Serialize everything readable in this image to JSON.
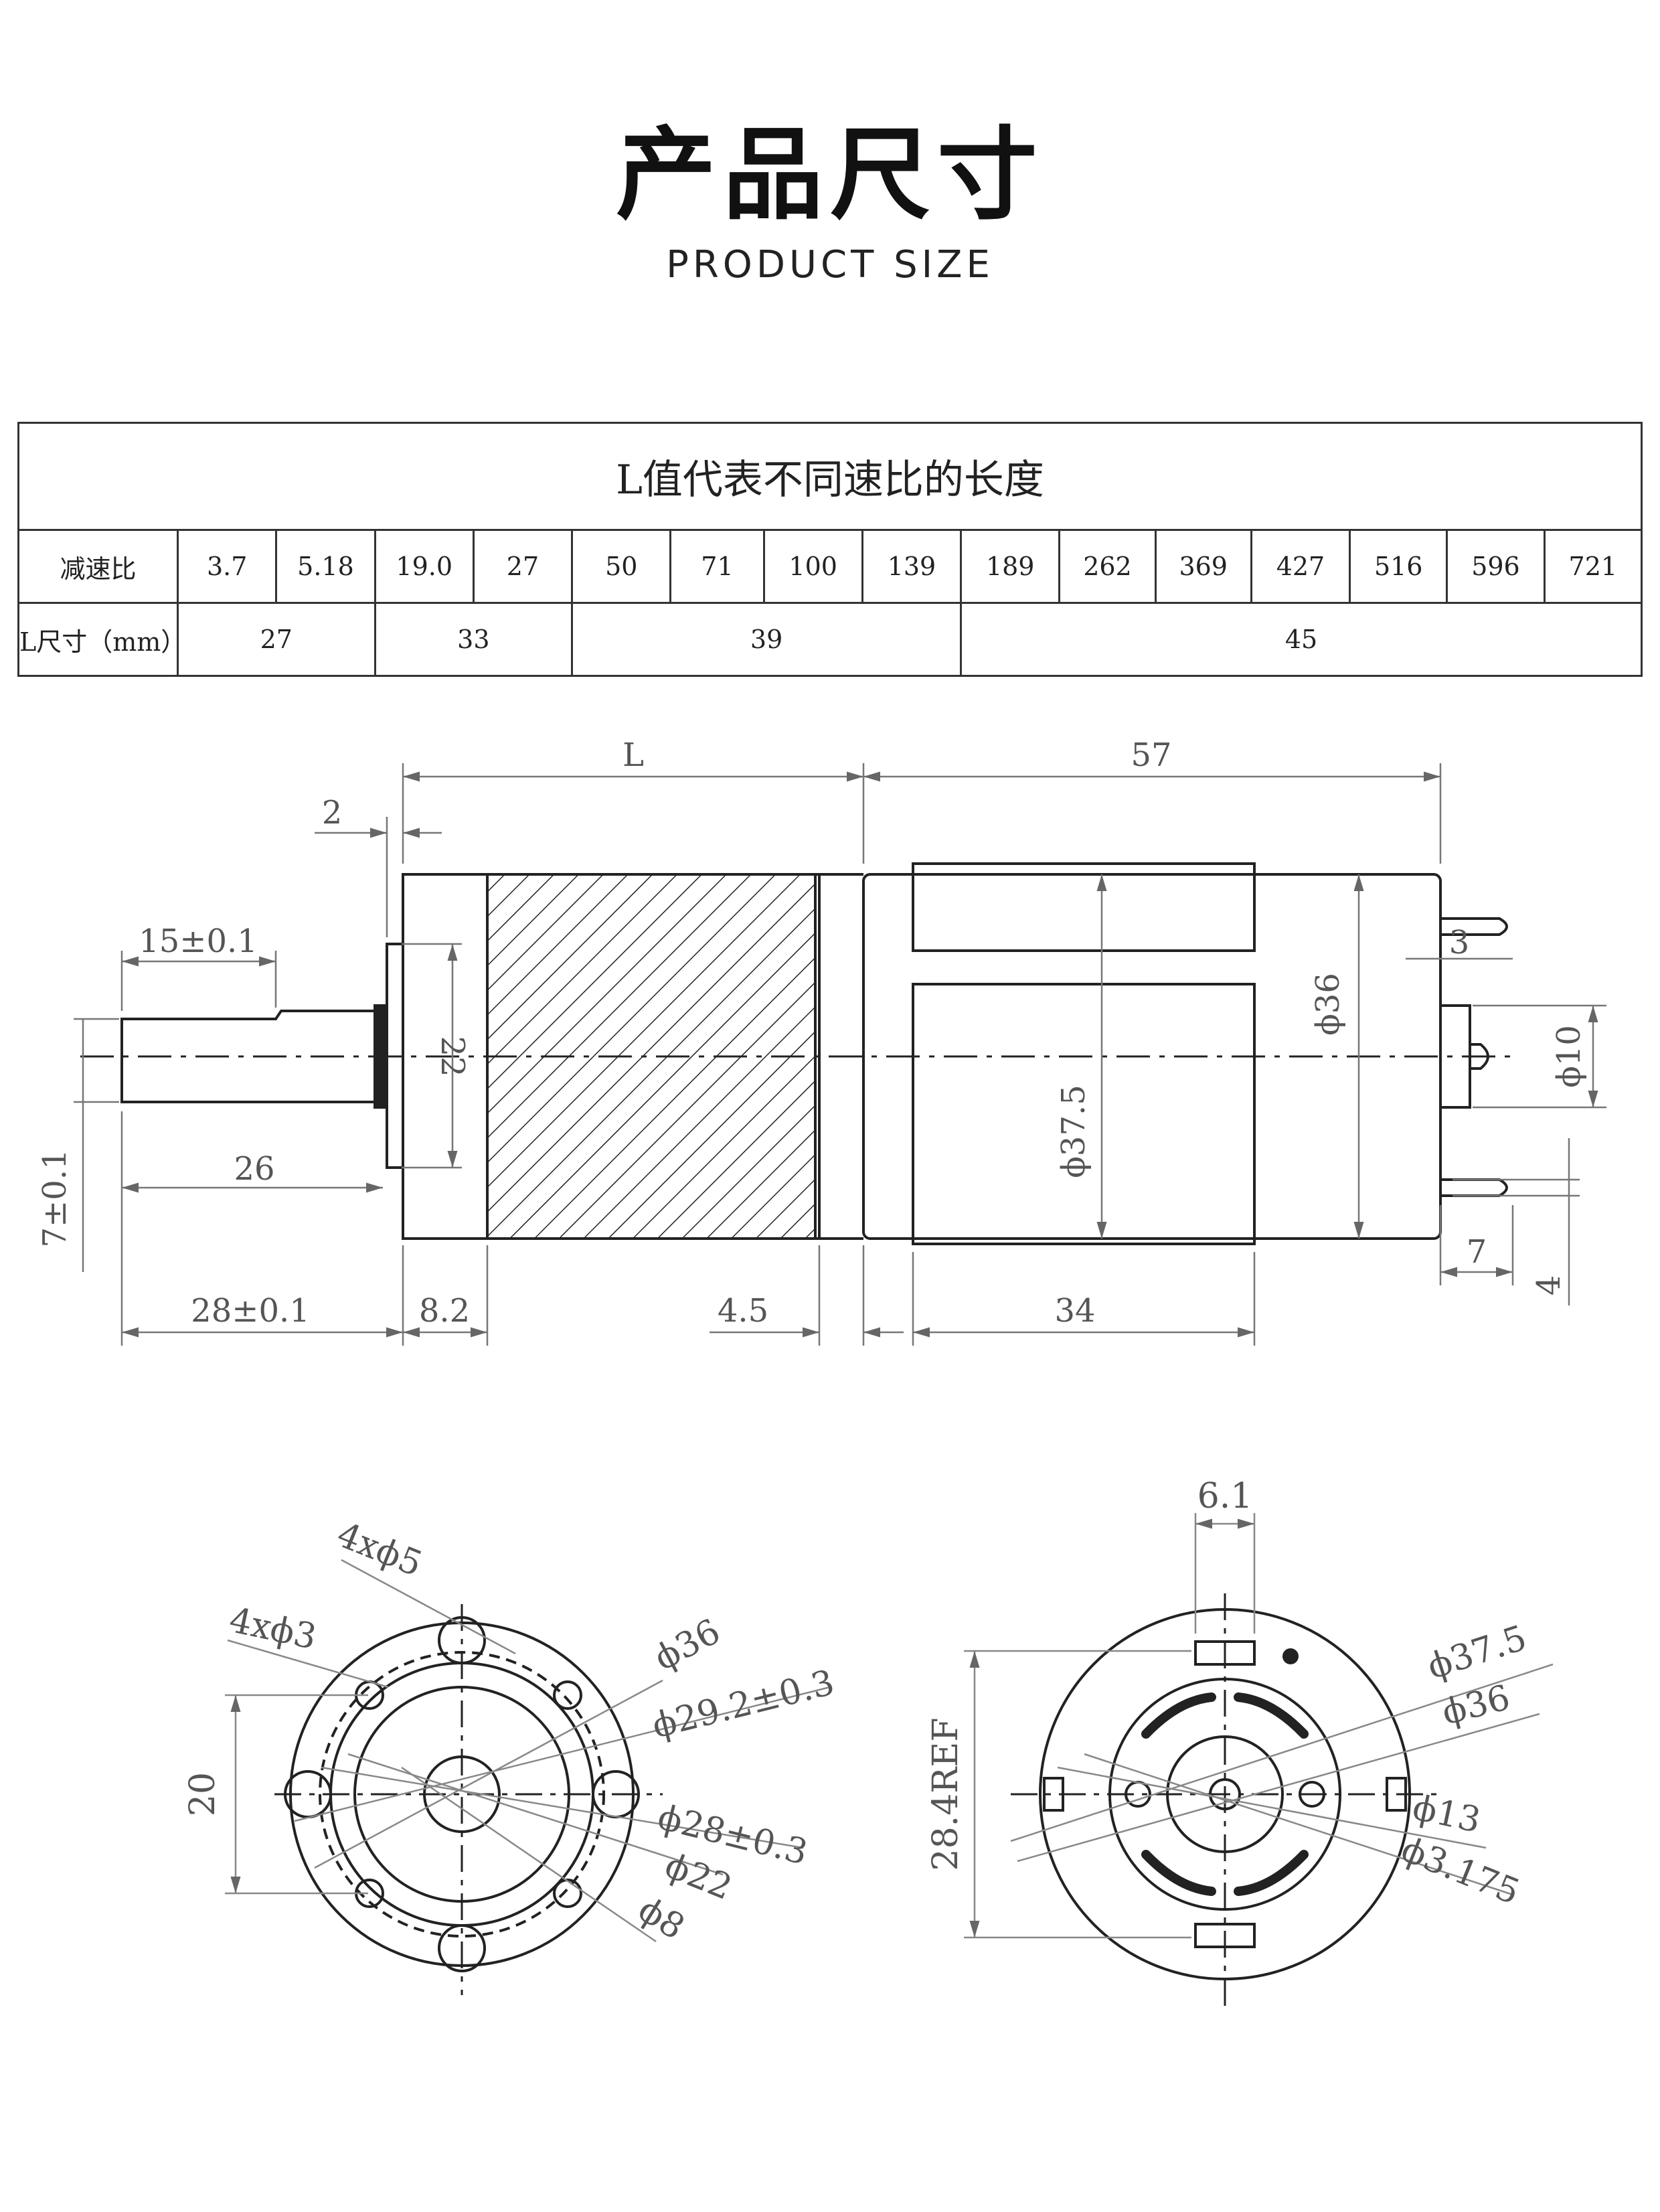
{
  "title": {
    "cn": "产品尺寸",
    "en": "PRODUCT SIZE"
  },
  "table": {
    "caption": "L值代表不同速比的长度",
    "ratio_label": "减速比",
    "ratios": [
      "3.7",
      "5.18",
      "19.0",
      "27",
      "50",
      "71",
      "100",
      "139",
      "189",
      "262",
      "369",
      "427",
      "516",
      "596",
      "721"
    ],
    "length_label": "L尺寸（mm）",
    "lengths": [
      {
        "value": "27",
        "span": 2
      },
      {
        "value": "33",
        "span": 2
      },
      {
        "value": "39",
        "span": 4
      },
      {
        "value": "45",
        "span": 7
      }
    ]
  },
  "side_view": {
    "dim_L": "L",
    "dim_57": "57",
    "dim_2": "2",
    "dim_15": "15±0.1",
    "dim_22": "22",
    "dim_26": "26",
    "dim_7": "7±0.1",
    "dim_28": "28±0.1",
    "dim_8_2": "8.2",
    "dim_4_5": "4.5",
    "dim_34": "34",
    "dim_37_5": "ϕ37.5",
    "dim_36": "ϕ36",
    "dim_10": "ϕ10",
    "dim_3": "3",
    "dim_7b": "7",
    "dim_4": "4"
  },
  "front_view": {
    "holes_5": "4xϕ5",
    "holes_3": "4xϕ3",
    "d36": "ϕ36",
    "d29": "ϕ29.2±0.3",
    "d28": "ϕ28±0.3",
    "d22": "ϕ22",
    "d8": "ϕ8",
    "dim_20": "20"
  },
  "rear_view": {
    "dim_6_1": "6.1",
    "ref": "28.4REF",
    "d37_5": "ϕ37.5",
    "d36": "ϕ36",
    "d13": "ϕ13",
    "d3_175": "ϕ3.175"
  }
}
